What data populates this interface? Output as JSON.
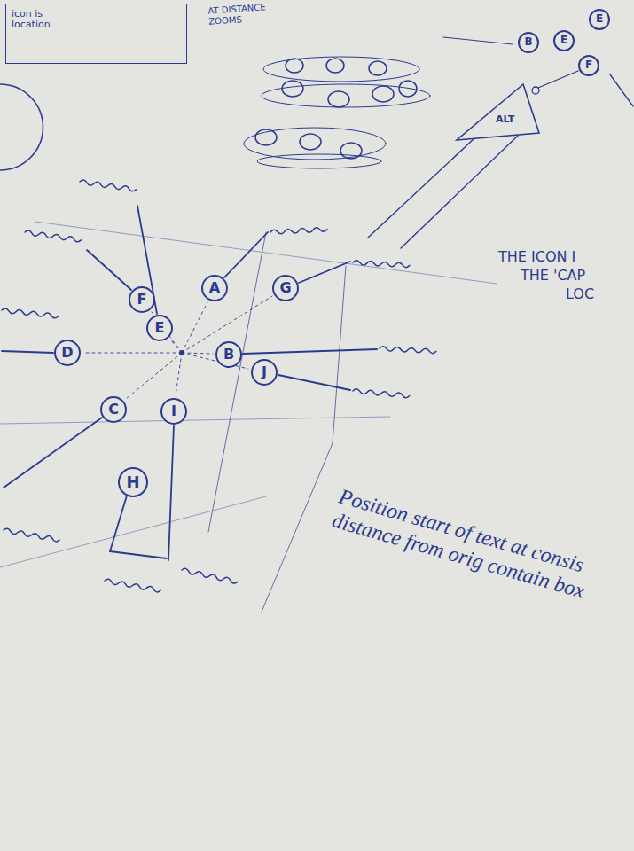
{
  "diagram": {
    "nodes": [
      {
        "text": [
          "icon is location"
        ]
      },
      {
        "text": [
          "B"
        ]
      },
      {
        "text": [
          "E"
        ]
      },
      {
        "text": [
          "E"
        ]
      },
      {
        "text": [
          "F"
        ]
      },
      {
        "text": [
          "A"
        ]
      },
      {
        "text": [
          "G"
        ]
      },
      {
        "text": [
          "F"
        ]
      },
      {
        "text": [
          "E"
        ]
      },
      {
        "text": [
          "D"
        ]
      },
      {
        "text": [
          "B"
        ]
      },
      {
        "text": [
          "J"
        ]
      },
      {
        "text": [
          "C"
        ]
      },
      {
        "text": [
          "I"
        ]
      },
      {
        "text": [
          "H"
        ]
      }
    ],
    "labels": [
      "AT DISTANCE ZOOMS",
      "ALT",
      "THE ICON I",
      "THE 'CAP",
      "LOC",
      "Position start of text at consis distance from orig contain box"
    ]
  }
}
